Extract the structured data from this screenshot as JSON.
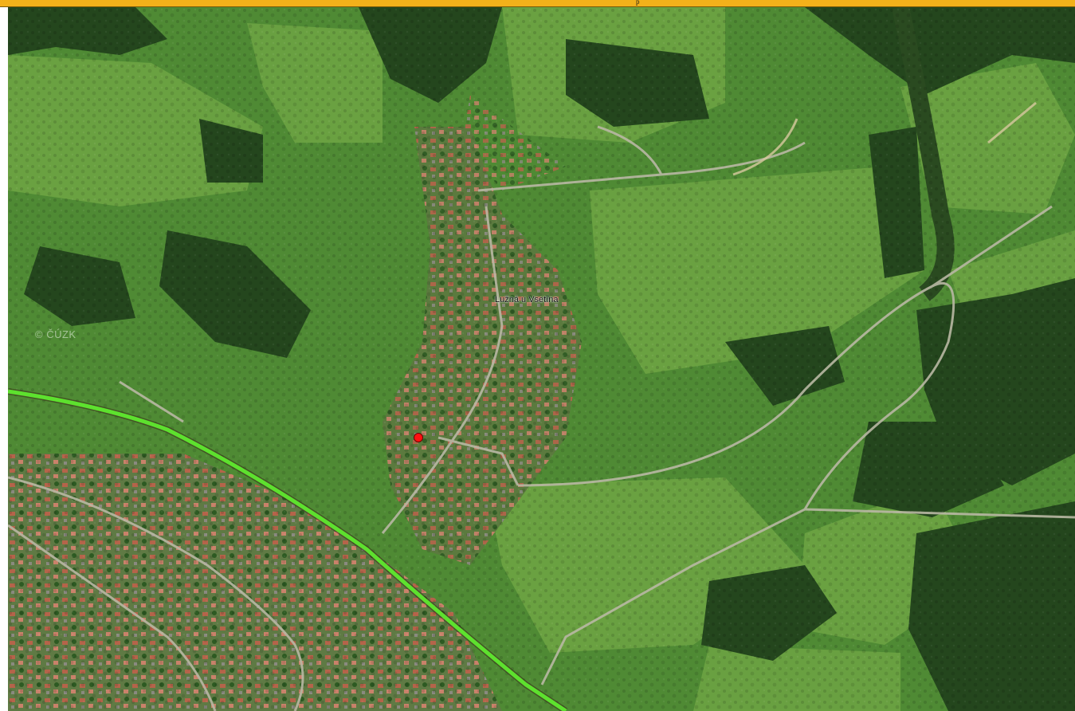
{
  "header": {
    "label": "p"
  },
  "map": {
    "place_label": "Lužná u Vsetína",
    "watermark": "© ČÚZK",
    "colors": {
      "forest": "#24461d",
      "meadow": "#4f8a34",
      "light_meadow": "#6ea444",
      "road": "#b9b8a4",
      "rail_line": "#5de12e",
      "marker": "#ff1111",
      "accent_bar": "#f3b11a"
    }
  }
}
